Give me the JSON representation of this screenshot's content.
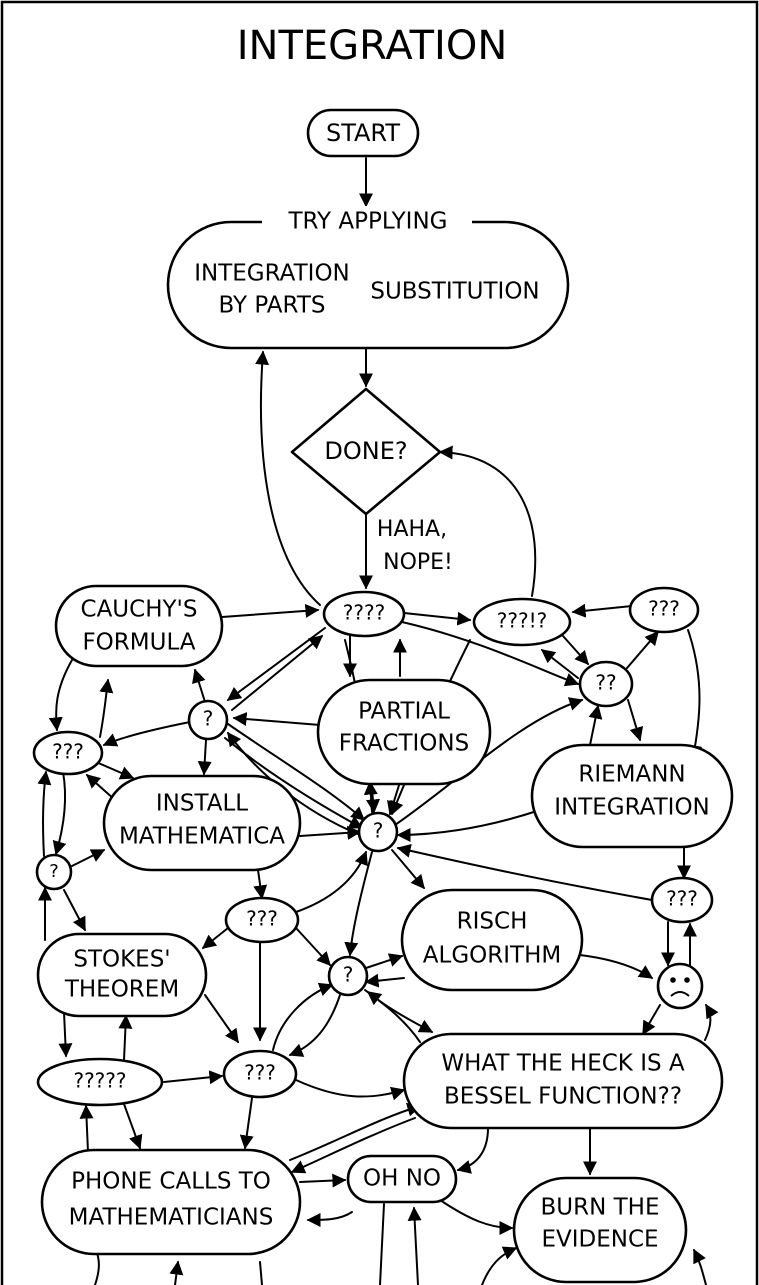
{
  "title": "INTEGRATION",
  "start": "START",
  "try_applying": {
    "header": "TRY APPLYING",
    "method_1_line_1": "INTEGRATION",
    "method_1_line_2": "BY PARTS",
    "method_2": "SUBSTITUTION"
  },
  "done": "DONE?",
  "edge_label_line_1": "HAHA,",
  "edge_label_line_2": "NOPE!",
  "nodes": {
    "q4": "????",
    "q3_excl": "???!?",
    "q3_right": "???",
    "q2": "??",
    "cauchy_line_1": "CAUCHY'S",
    "cauchy_line_2": "FORMULA",
    "q1_upper": "?",
    "partial_line_1": "PARTIAL",
    "partial_line_2": "FRACTIONS",
    "q3_left": "???",
    "install_line_1": "INSTALL",
    "install_line_2": "MATHEMATICA",
    "q1_center": "?",
    "riemann_line_1": "RIEMANN",
    "riemann_line_2": "INTEGRATION",
    "q1_left": "?",
    "q3_mid_upper": "???",
    "q3_far_right": "???",
    "risch_line_1": "RISCH",
    "risch_line_2": "ALGORITHM",
    "stokes_line_1": "STOKES'",
    "stokes_line_2": "THEOREM",
    "q1_lower": "?",
    "frown": "☹",
    "q5": "?????",
    "q3_mid_lower": "???",
    "bessel_line_1": "WHAT THE HECK IS A",
    "bessel_line_2": "BESSEL FUNCTION??",
    "phone_line_1": "PHONE CALLS TO",
    "phone_line_2": "MATHEMATICIANS",
    "oh_no": "OH NO",
    "burn_line_1": "BURN THE",
    "burn_line_2": "EVIDENCE"
  }
}
